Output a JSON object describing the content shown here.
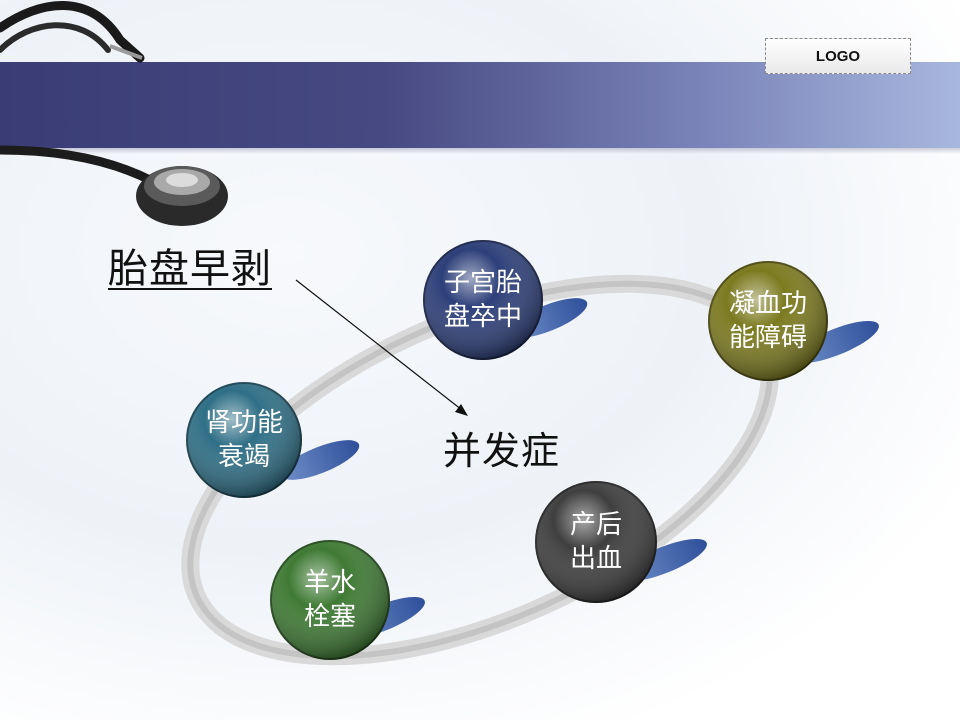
{
  "logo": {
    "text": "LOGO"
  },
  "title": "胎盘早剥",
  "center_label": "并发症",
  "nodes": [
    {
      "id": "placental-stroke",
      "text": "子宫胎\n盘卒中",
      "color": "#2d3f79"
    },
    {
      "id": "coagulation-disorder",
      "text": "凝血功\n能障碍",
      "color": "#7c7a1f"
    },
    {
      "id": "renal-failure",
      "text": "肾功能\n衰竭",
      "color": "#2f6f86"
    },
    {
      "id": "postpartum-hemorrhage",
      "text": "产后\n出血",
      "color": "#3f3f3f"
    },
    {
      "id": "amniotic-embolism",
      "text": "羊水\n栓塞",
      "color": "#3f7a34"
    }
  ]
}
